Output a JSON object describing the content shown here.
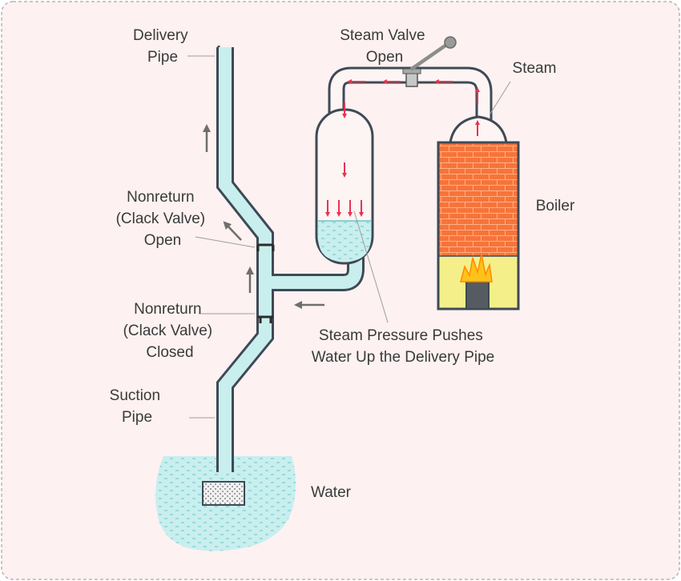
{
  "labels": {
    "delivery_pipe": [
      "Delivery",
      "Pipe"
    ],
    "steam_valve": [
      "Steam Valve",
      "Open"
    ],
    "steam": "Steam",
    "boiler": "Boiler",
    "clack_open": [
      "Nonreturn",
      "(Clack Valve)",
      "Open"
    ],
    "clack_closed": [
      "Nonreturn",
      "(Clack Valve)",
      "Closed"
    ],
    "pressure_note": [
      "Steam Pressure Pushes",
      "Water Up the Delivery Pipe"
    ],
    "suction_pipe": [
      "Suction",
      "Pipe"
    ],
    "water": "Water"
  },
  "colors": {
    "background": "#fdf1f1",
    "water": "#c9eeee",
    "pipe_outline": "#3e4a55",
    "brick": "#f7743a",
    "brick_mortar": "#ffb089",
    "firebox": "#f5ef8a",
    "steam_arrow": "#e8334f",
    "flow_arrow": "#6e6e6e"
  },
  "icons": [
    "fire-icon",
    "steam-arrow-icon",
    "flow-arrow-icon",
    "valve-lever-icon"
  ]
}
